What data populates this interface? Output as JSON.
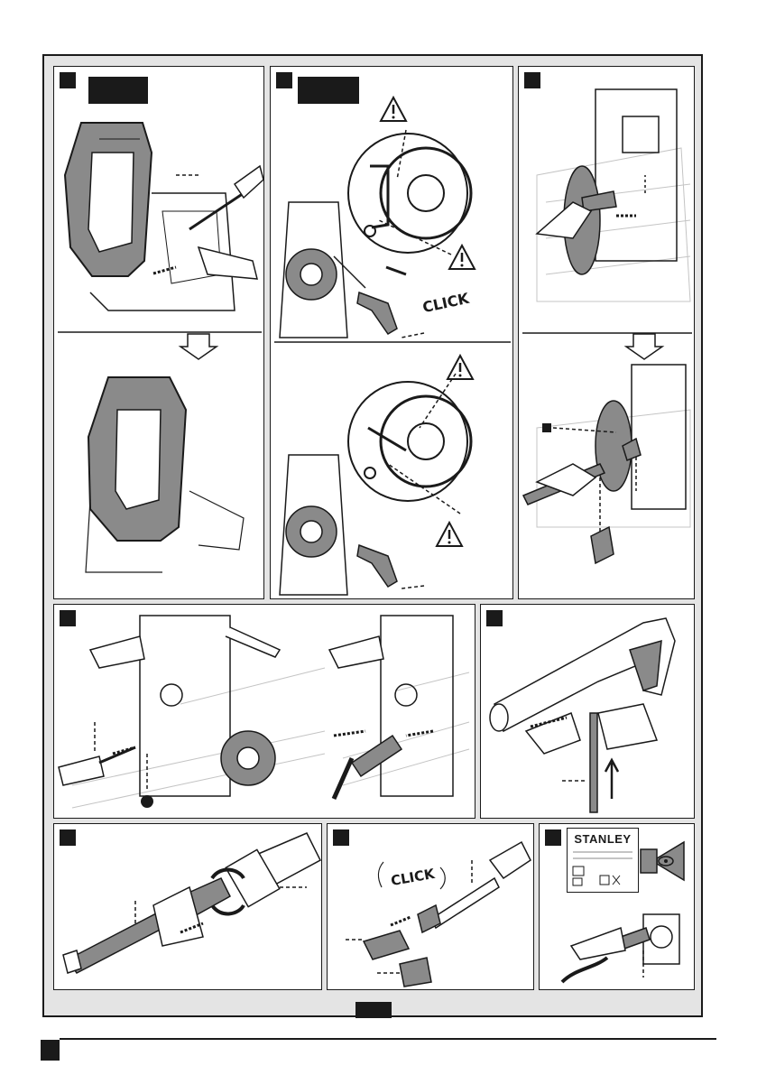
{
  "panels": {
    "p5": {
      "click_text": "CLICK"
    },
    "p9": {
      "click_text": "CLICK"
    },
    "p10": {
      "brand_label": "STANLEY"
    }
  },
  "colors": {
    "ink": "#1a1a1a",
    "frame_bg": "#e4e4e4",
    "gray_fill": "#8a8a8a",
    "paper": "#ffffff"
  },
  "icons": [
    "warning-triangle-icon",
    "eye-in-arrow-icon",
    "down-arrow-icon",
    "dashed-pointer-arrow-icon"
  ]
}
